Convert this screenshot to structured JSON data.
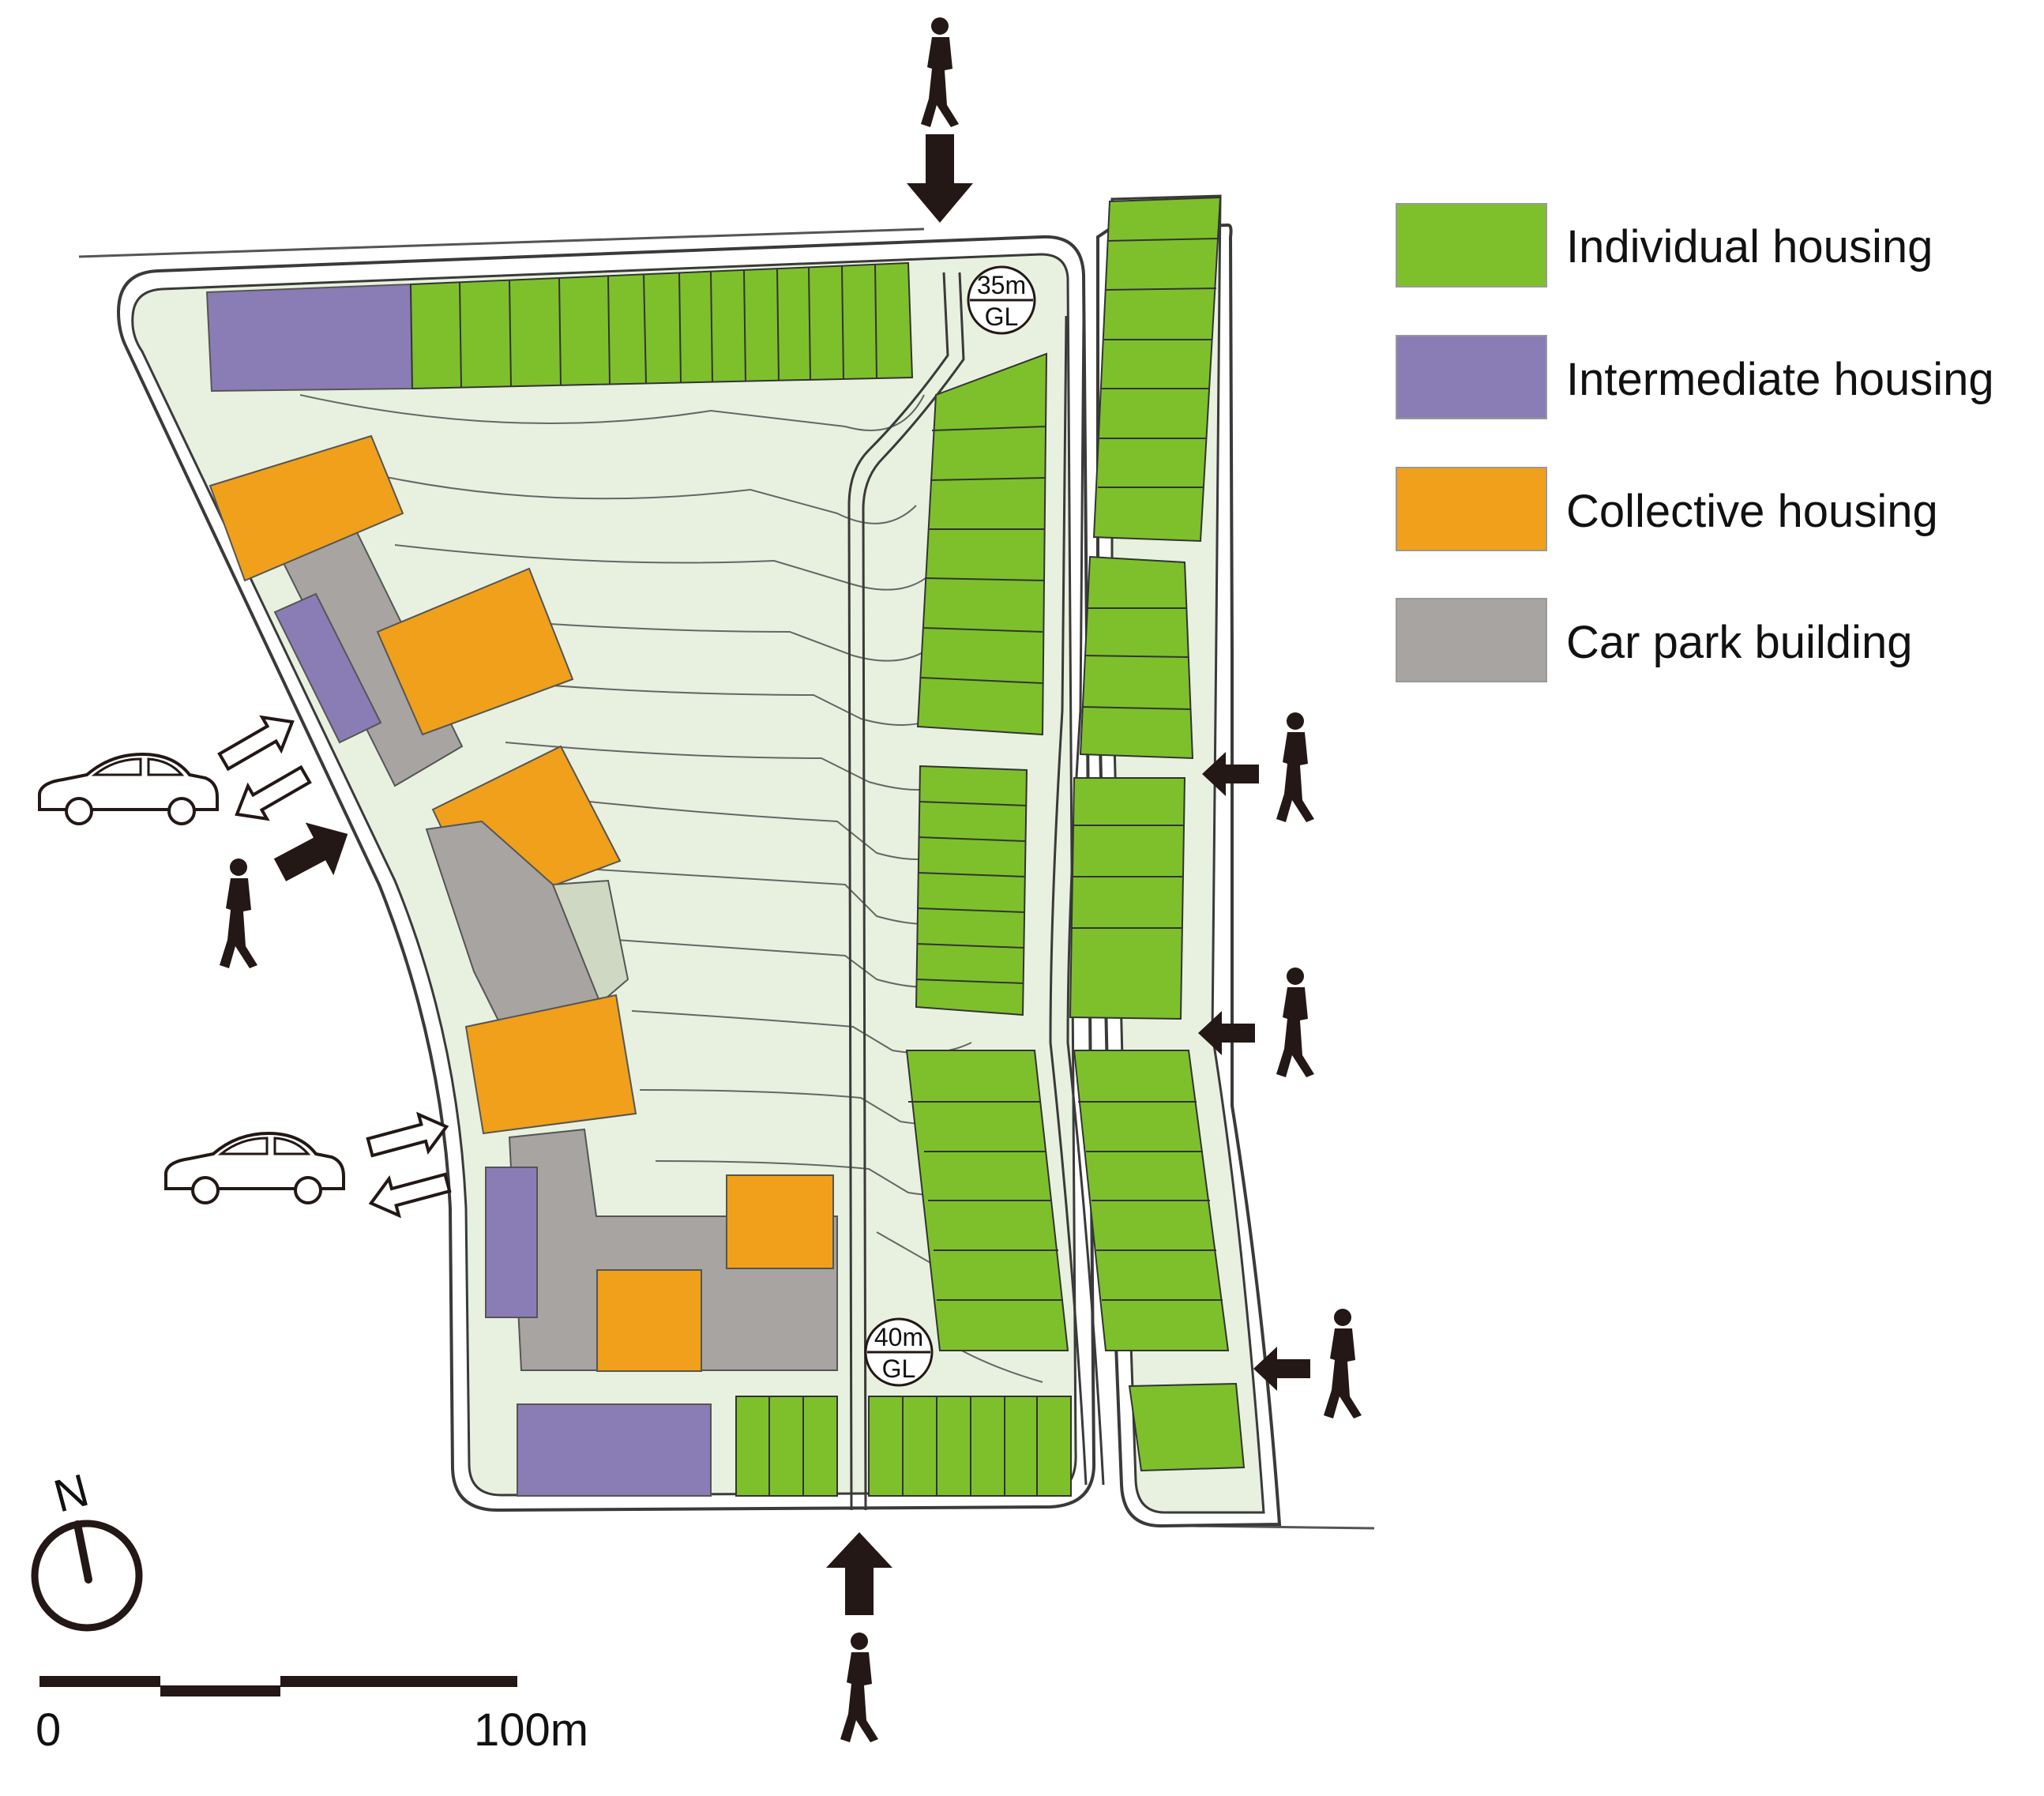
{
  "legend": {
    "items": [
      {
        "label": "Individual housing",
        "color": "#7dc02c"
      },
      {
        "label": "Intermediate housing",
        "color": "#8a7db5"
      },
      {
        "label": "Collective housing",
        "color": "#f0a01a"
      },
      {
        "label": "Car park building",
        "color": "#a7a4a2"
      }
    ]
  },
  "site": {
    "ground_color": "#e8f1df",
    "elevation_markers": [
      {
        "value": "35m",
        "unit": "GL"
      },
      {
        "value": "40m",
        "unit": "GL"
      }
    ]
  },
  "compass": {
    "label": "N"
  },
  "scale_bar": {
    "start_label": "0",
    "end_label": "100m"
  },
  "icons": {
    "pedestrian": "walking-person-icon",
    "car": "car-icon",
    "entry_arrow": "arrow-icon",
    "car_access": "double-arrow-icon"
  }
}
